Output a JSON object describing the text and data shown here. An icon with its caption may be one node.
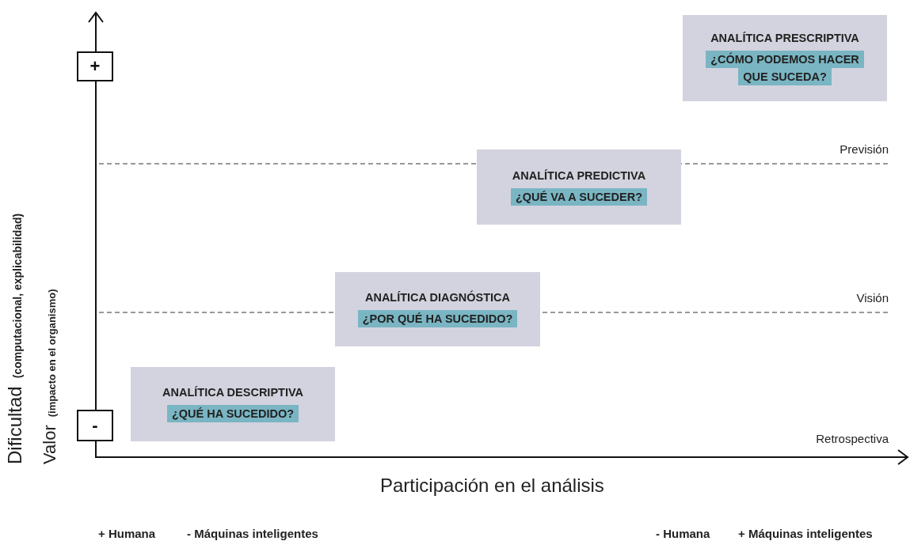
{
  "diagram": {
    "nodes": [
      {
        "text": [
          "ANALÍTICA PRESCRIPTIVA",
          "¿CÓMO PODEMOS HACER QUE SUCEDA?"
        ]
      },
      {
        "text": [
          "+"
        ]
      },
      {
        "text": [
          "ANALÍTICA PREDICTIVA",
          "¿QUÉ VA A SUCEDER?"
        ]
      },
      {
        "text": [
          "ANALÍTICA DIAGNÓSTICA",
          "¿POR QUÉ HA SUCEDIDO?"
        ]
      },
      {
        "text": [
          "ANALÍTICA DESCRIPTIVA",
          "¿QUÉ HA SUCEDIDO?"
        ]
      },
      {
        "text": [
          "-"
        ]
      }
    ],
    "edges": [],
    "labels": [
      "Previsión",
      "Visión",
      "Retrospectiva",
      "Dificultad",
      "(computacional, explicabilidad)",
      "Valor",
      "(impacto en el organismo)",
      "Participación en el análisis",
      "+ Humana",
      "- Máquinas inteligentes",
      "- Humana",
      "+ Máquinas inteligentes"
    ]
  }
}
